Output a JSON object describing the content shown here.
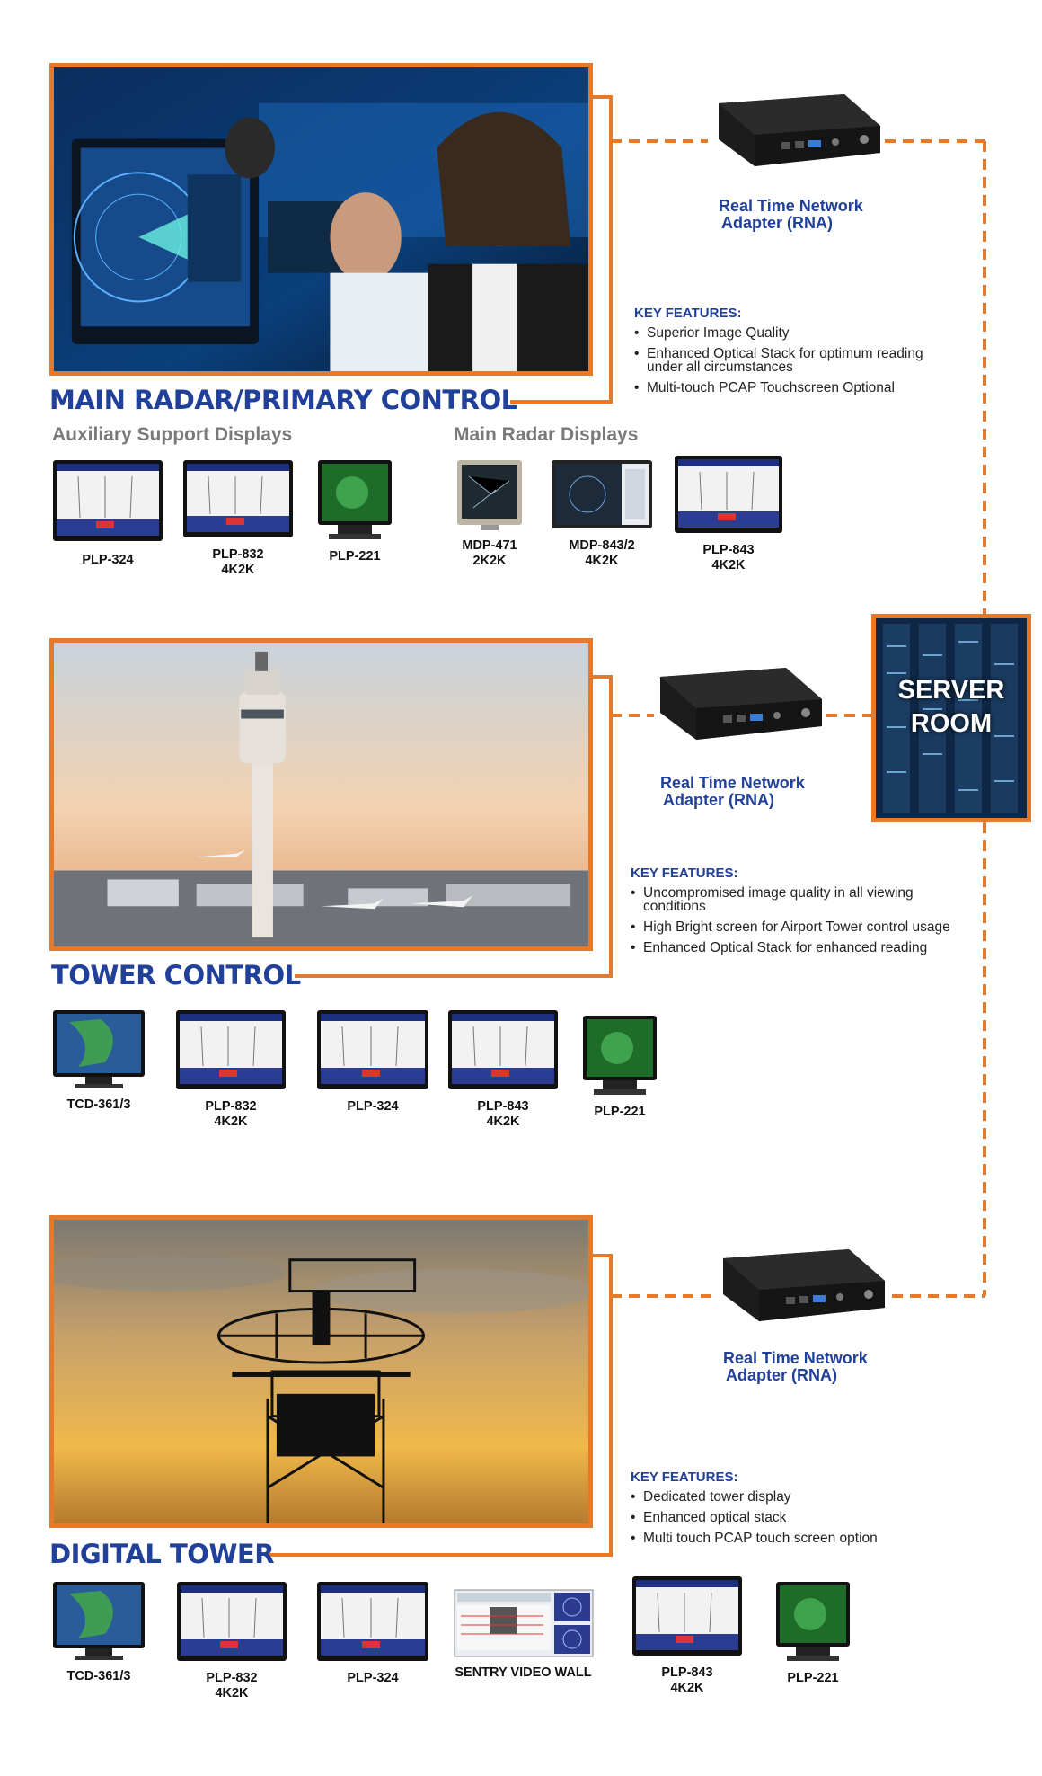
{
  "colors": {
    "accent": "#e57a2b",
    "heading": "#21409a",
    "subheading": "#7a7a7a"
  },
  "sections": [
    {
      "title": "MAIN RADAR/PRIMARY CONTROL",
      "rna": {
        "line1": "Real Time Network",
        "line2": "Adapter (RNA)"
      },
      "key_features": {
        "heading": "KEY FEATURES:",
        "items": [
          "Superior Image Quality",
          "Enhanced Optical Stack for optimum reading under all circumstances",
          "Multi-touch PCAP Touchscreen Optional"
        ]
      },
      "groups": [
        {
          "title": "Auxiliary Support Displays",
          "products": [
            {
              "name": "PLP-324",
              "res": ""
            },
            {
              "name": "PLP-832",
              "res": "4K2K"
            },
            {
              "name": "PLP-221",
              "res": ""
            }
          ]
        },
        {
          "title": "Main Radar Displays",
          "products": [
            {
              "name": "MDP-471",
              "res": "2K2K"
            },
            {
              "name": "MDP-843/2",
              "res": "4K2K"
            },
            {
              "name": "PLP-843",
              "res": "4K2K"
            }
          ]
        }
      ]
    },
    {
      "title": "TOWER CONTROL",
      "rna": {
        "line1": "Real Time Network",
        "line2": "Adapter (RNA)"
      },
      "key_features": {
        "heading": "KEY FEATURES:",
        "items": [
          "Uncompromised image quality in all viewing conditions",
          "High Bright screen for Airport Tower control usage",
          "Enhanced Optical Stack for enhanced reading"
        ]
      },
      "products": [
        {
          "name": "TCD-361/3",
          "res": ""
        },
        {
          "name": "PLP-832",
          "res": "4K2K"
        },
        {
          "name": "PLP-324",
          "res": ""
        },
        {
          "name": "PLP-843",
          "res": "4K2K"
        },
        {
          "name": "PLP-221",
          "res": ""
        }
      ]
    },
    {
      "title": "DIGITAL TOWER",
      "rna": {
        "line1": "Real Time Network",
        "line2": "Adapter (RNA)"
      },
      "key_features": {
        "heading": "KEY FEATURES:",
        "items": [
          "Dedicated tower display",
          "Enhanced optical stack",
          "Multi touch PCAP touch screen option"
        ]
      },
      "products": [
        {
          "name": "TCD-361/3",
          "res": ""
        },
        {
          "name": "PLP-832",
          "res": "4K2K"
        },
        {
          "name": "PLP-324",
          "res": ""
        },
        {
          "name": "SENTRY VIDEO WALL",
          "res": ""
        },
        {
          "name": "PLP-843",
          "res": "4K2K"
        },
        {
          "name": "PLP-221",
          "res": ""
        }
      ]
    }
  ],
  "server_room": {
    "line1": "SERVER",
    "line2": "ROOM"
  },
  "icons": [
    "rna-device-icon",
    "server-rack-icon",
    "monitor-icon"
  ]
}
